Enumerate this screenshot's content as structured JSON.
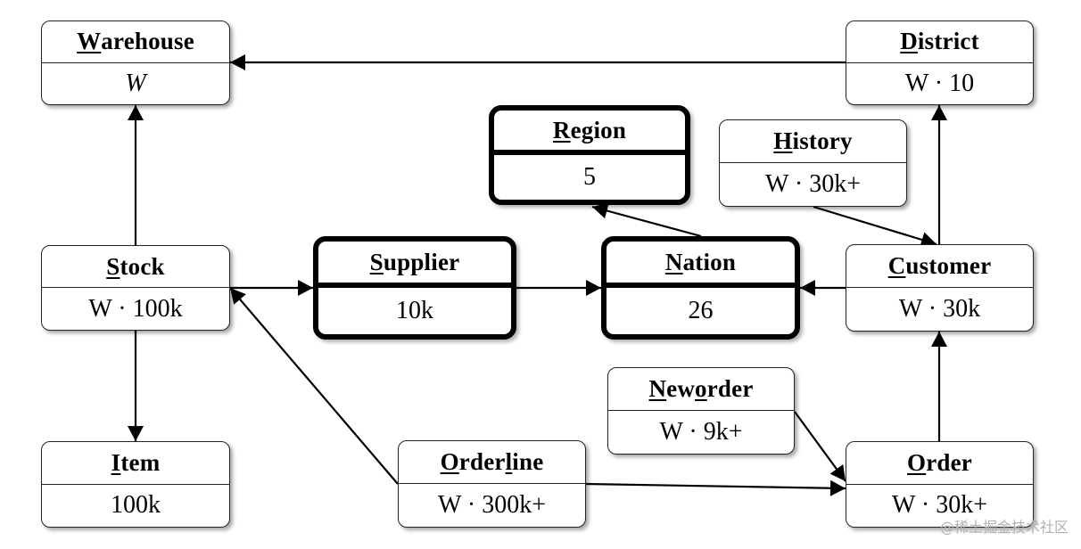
{
  "tables": [
    {
      "id": "warehouse",
      "key_letter": "W",
      "rest": "arehouse",
      "size": "W",
      "thick": false
    },
    {
      "id": "district",
      "key_letter": "D",
      "rest": "istrict",
      "size": "W · 10",
      "thick": false
    },
    {
      "id": "region",
      "key_letter": "R",
      "rest": "egion",
      "size": "5",
      "thick": true
    },
    {
      "id": "history",
      "key_letter": "H",
      "rest": "istory",
      "size": "W · 30k+",
      "thick": false
    },
    {
      "id": "stock",
      "key_letter": "S",
      "rest": "tock",
      "size": "W · 100k",
      "thick": false
    },
    {
      "id": "supplier",
      "key_letter": "S",
      "rest": "upplier",
      "size": "10k",
      "thick": true
    },
    {
      "id": "nation",
      "key_letter": "N",
      "rest": "ation",
      "size": "26",
      "thick": true
    },
    {
      "id": "customer",
      "key_letter": "C",
      "rest": "ustomer",
      "size": "W · 30k",
      "thick": false
    },
    {
      "id": "neworder",
      "key_letter": "",
      "rest": "",
      "size": "W · 9k+",
      "thick": false
    },
    {
      "id": "item",
      "key_letter": "I",
      "rest": "tem",
      "size": "100k",
      "thick": false
    },
    {
      "id": "orderline",
      "key_letter": "",
      "rest": "",
      "size": "W · 300k+",
      "thick": false
    },
    {
      "id": "order",
      "key_letter": "O",
      "rest": "rder",
      "size": "W · 30k+",
      "thick": false
    }
  ],
  "neworder_title": {
    "a": "N",
    "b": "ew",
    "c": "o",
    "d": "rder"
  },
  "orderline_title": {
    "a": "O",
    "b": "rder",
    "c": "l",
    "d": "ine"
  },
  "relationships": [
    {
      "from": "district",
      "to": "warehouse"
    },
    {
      "from": "stock",
      "to": "warehouse"
    },
    {
      "from": "stock",
      "to": "item"
    },
    {
      "from": "stock",
      "to": "supplier"
    },
    {
      "from": "supplier",
      "to": "nation"
    },
    {
      "from": "customer",
      "to": "nation"
    },
    {
      "from": "nation",
      "to": "region"
    },
    {
      "from": "customer",
      "to": "district"
    },
    {
      "from": "history",
      "to": "customer"
    },
    {
      "from": "order",
      "to": "customer"
    },
    {
      "from": "neworder",
      "to": "order"
    },
    {
      "from": "orderline",
      "to": "order"
    },
    {
      "from": "orderline",
      "to": "stock"
    }
  ],
  "watermark": "@稀土掘金技术社区"
}
